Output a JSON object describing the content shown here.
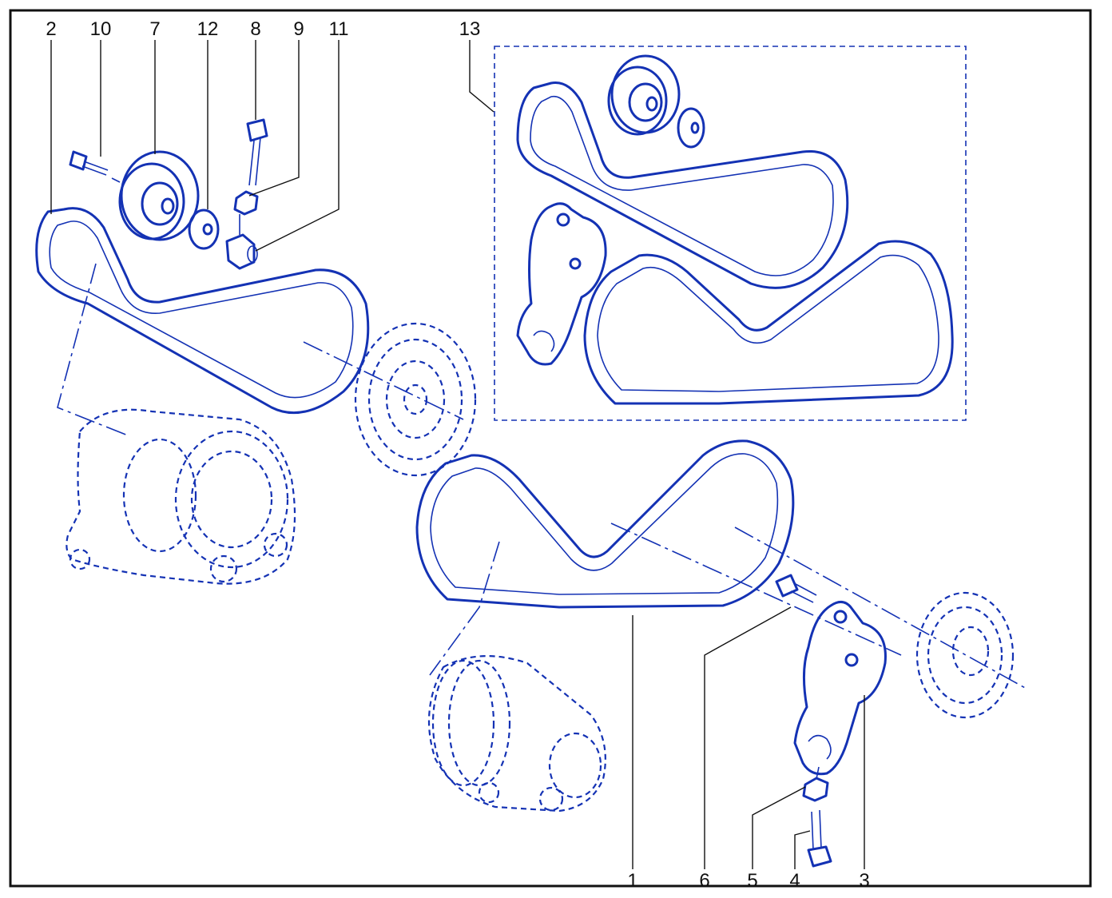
{
  "callouts": {
    "c1": "1",
    "c2": "2",
    "c3": "3",
    "c4": "4",
    "c5": "5",
    "c6": "6",
    "c7": "7",
    "c8": "8",
    "c9": "9",
    "c10": "10",
    "c11": "11",
    "c12": "12",
    "c13": "13"
  },
  "colors": {
    "line": "#1432b4",
    "frame": "#111111",
    "background": "#ffffff"
  }
}
